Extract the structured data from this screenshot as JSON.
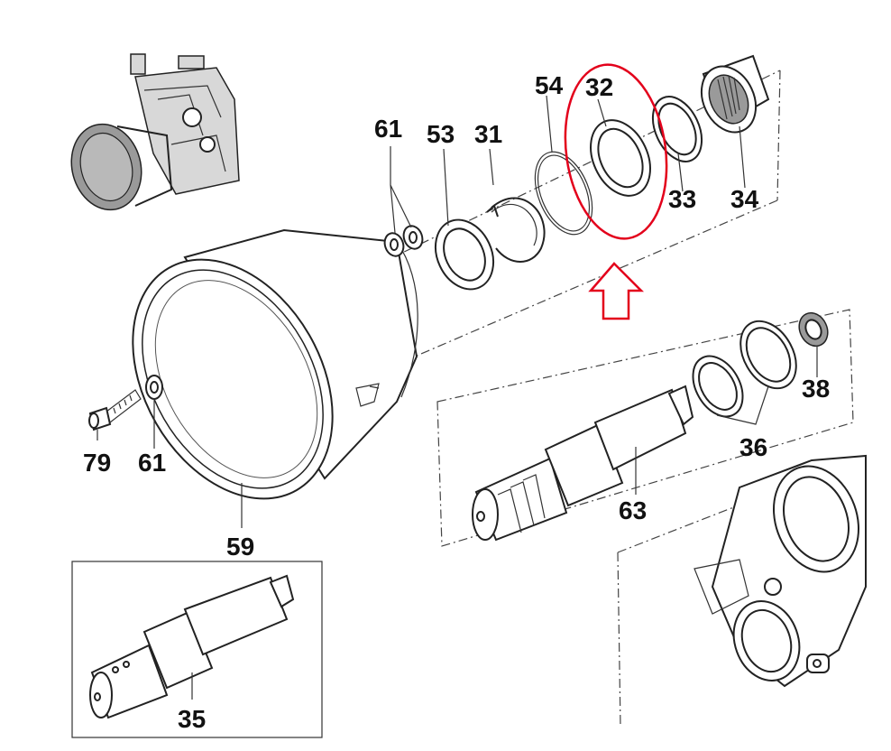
{
  "labels": {
    "p61a": "61",
    "p53": "53",
    "p31": "31",
    "p54": "54",
    "p32": "32",
    "p33": "33",
    "p34": "34",
    "p38": "38",
    "p36": "36",
    "p63": "63",
    "p79": "79",
    "p61b": "61",
    "p59": "59",
    "p35": "35"
  },
  "colors": {
    "highlight": "#e3001b",
    "line": "#222222",
    "shade": "#9a9a9a"
  },
  "annotations": {
    "highlight_shape": "red-ellipse",
    "pointer_shape": "red-up-arrow",
    "highlighted_part": "32"
  }
}
